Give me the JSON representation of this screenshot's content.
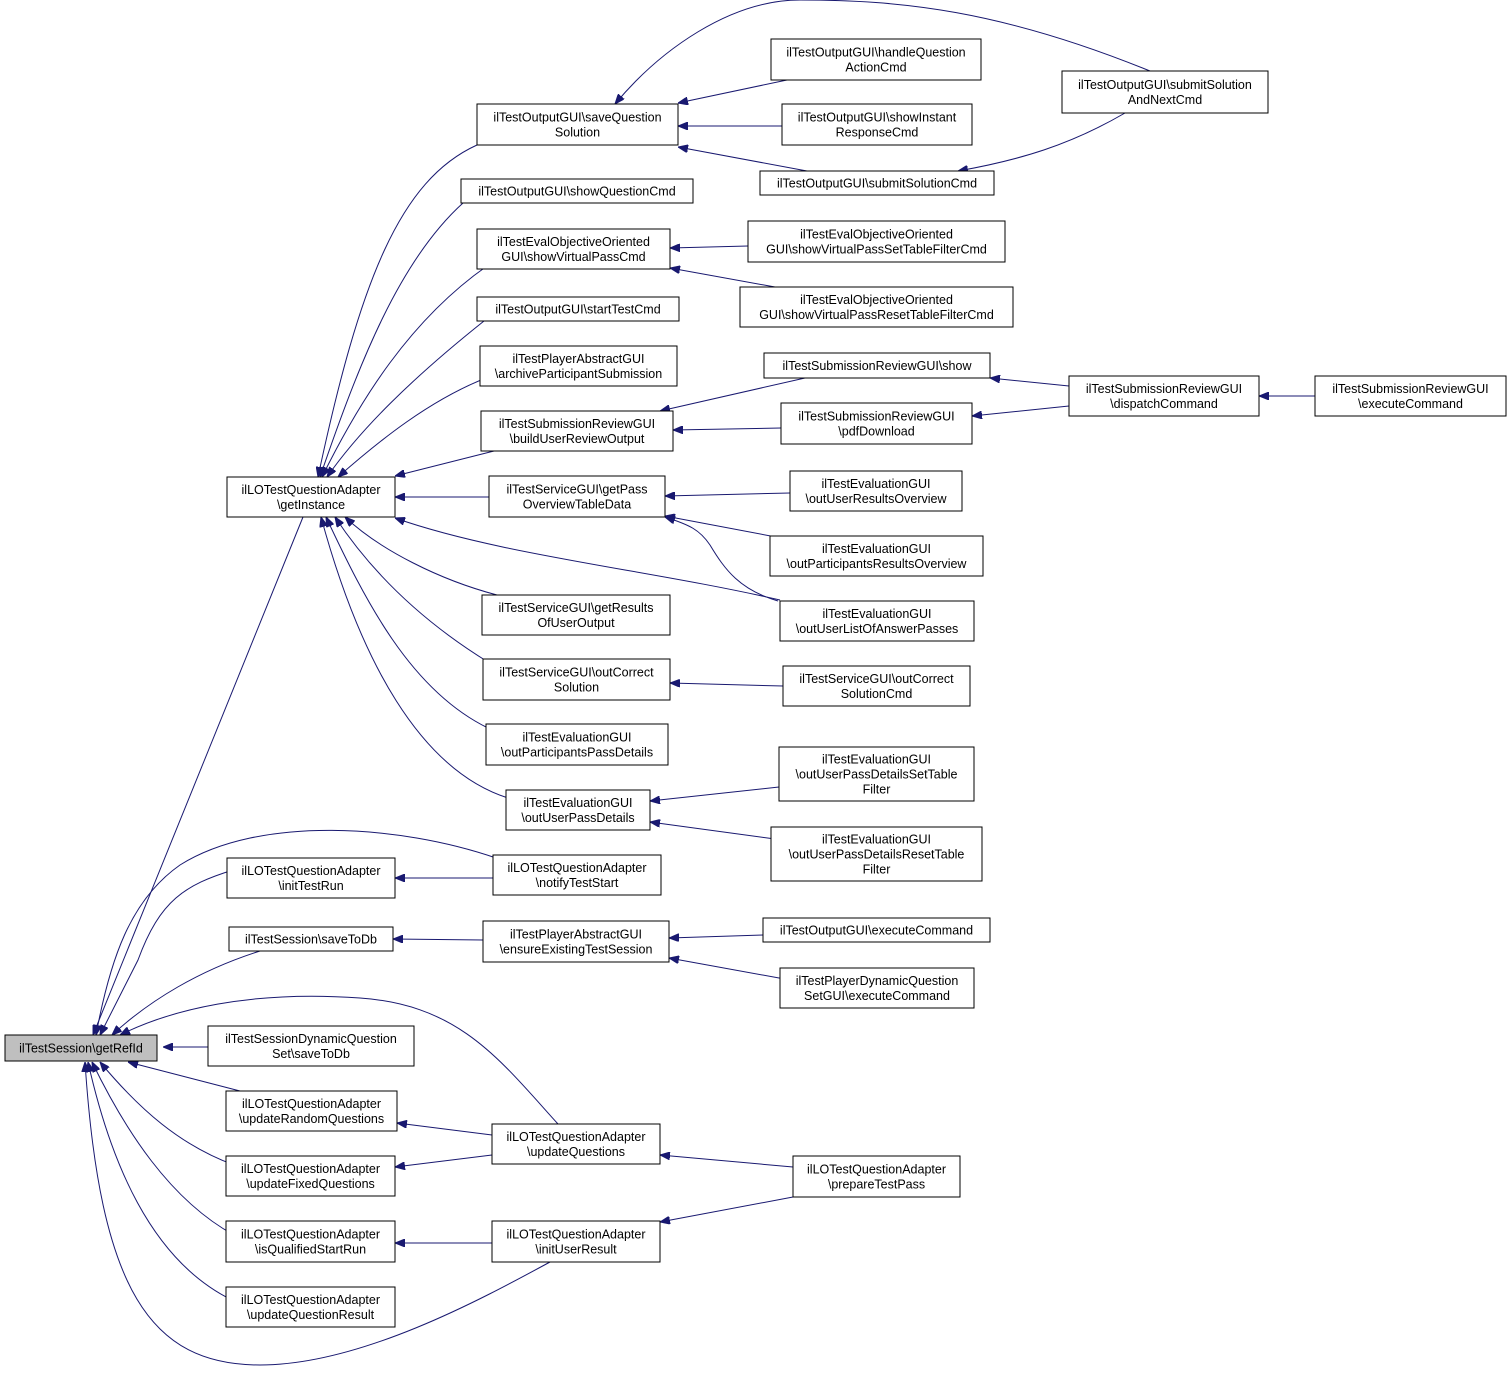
{
  "diagram": {
    "title": "",
    "colors": {
      "edge": "#191970",
      "node_border": "#000000",
      "focus_fill": "#bfbfbf",
      "node_fill": "#ffffff"
    },
    "nodes": [
      {
        "id": "n1",
        "lines": [
          "ilTestSession\\getRefId"
        ],
        "focus": true
      },
      {
        "id": "n2",
        "lines": [
          "ilLOTestQuestionAdapter",
          "\\getInstance"
        ]
      },
      {
        "id": "n3",
        "lines": [
          "ilLOTestQuestionAdapter",
          "\\initTestRun"
        ]
      },
      {
        "id": "n4",
        "lines": [
          "ilTestSession\\saveToDb"
        ]
      },
      {
        "id": "n5",
        "lines": [
          "ilTestSessionDynamicQuestion",
          "Set\\saveToDb"
        ]
      },
      {
        "id": "n6",
        "lines": [
          "ilLOTestQuestionAdapter",
          "\\updateRandomQuestions"
        ]
      },
      {
        "id": "n7",
        "lines": [
          "ilLOTestQuestionAdapter",
          "\\updateFixedQuestions"
        ]
      },
      {
        "id": "n8",
        "lines": [
          "ilLOTestQuestionAdapter",
          "\\isQualifiedStartRun"
        ]
      },
      {
        "id": "n9",
        "lines": [
          "ilLOTestQuestionAdapter",
          "\\updateQuestionResult"
        ]
      },
      {
        "id": "n10",
        "lines": [
          "ilTestOutputGUI\\saveQuestion",
          "Solution"
        ]
      },
      {
        "id": "n11",
        "lines": [
          "ilTestOutputGUI\\showQuestionCmd"
        ]
      },
      {
        "id": "n12",
        "lines": [
          "ilTestEvalObjectiveOriented",
          "GUI\\showVirtualPassCmd"
        ]
      },
      {
        "id": "n13",
        "lines": [
          "ilTestOutputGUI\\startTestCmd"
        ]
      },
      {
        "id": "n14",
        "lines": [
          "ilTestPlayerAbstractGUI",
          "\\archiveParticipantSubmission"
        ]
      },
      {
        "id": "n15",
        "lines": [
          "ilTestSubmissionReviewGUI",
          "\\buildUserReviewOutput"
        ]
      },
      {
        "id": "n16",
        "lines": [
          "ilTestServiceGUI\\getPass",
          "OverviewTableData"
        ]
      },
      {
        "id": "n17",
        "lines": [
          "ilTestServiceGUI\\getResults",
          "OfUserOutput"
        ]
      },
      {
        "id": "n18",
        "lines": [
          "ilTestServiceGUI\\outCorrect",
          "Solution"
        ]
      },
      {
        "id": "n19",
        "lines": [
          "ilTestEvaluationGUI",
          "\\outParticipantsPassDetails"
        ]
      },
      {
        "id": "n20",
        "lines": [
          "ilTestEvaluationGUI",
          "\\outUserPassDetails"
        ]
      },
      {
        "id": "n21",
        "lines": [
          "ilLOTestQuestionAdapter",
          "\\notifyTestStart"
        ]
      },
      {
        "id": "n22",
        "lines": [
          "ilTestPlayerAbstractGUI",
          "\\ensureExistingTestSession"
        ]
      },
      {
        "id": "n23",
        "lines": [
          "ilLOTestQuestionAdapter",
          "\\updateQuestions"
        ]
      },
      {
        "id": "n24",
        "lines": [
          "ilLOTestQuestionAdapter",
          "\\initUserResult"
        ]
      },
      {
        "id": "n25",
        "lines": [
          "ilTestOutputGUI\\handleQuestion",
          "ActionCmd"
        ]
      },
      {
        "id": "n26",
        "lines": [
          "ilTestOutputGUI\\showInstant",
          "ResponseCmd"
        ]
      },
      {
        "id": "n27",
        "lines": [
          "ilTestOutputGUI\\submitSolutionCmd"
        ]
      },
      {
        "id": "n28",
        "lines": [
          "ilTestEvalObjectiveOriented",
          "GUI\\showVirtualPassSetTableFilterCmd"
        ]
      },
      {
        "id": "n29",
        "lines": [
          "ilTestEvalObjectiveOriented",
          "GUI\\showVirtualPassResetTableFilterCmd"
        ]
      },
      {
        "id": "n30",
        "lines": [
          "ilTestSubmissionReviewGUI\\show"
        ]
      },
      {
        "id": "n31",
        "lines": [
          "ilTestSubmissionReviewGUI",
          "\\pdfDownload"
        ]
      },
      {
        "id": "n32",
        "lines": [
          "ilTestEvaluationGUI",
          "\\outUserResultsOverview"
        ]
      },
      {
        "id": "n33",
        "lines": [
          "ilTestEvaluationGUI",
          "\\outParticipantsResultsOverview"
        ]
      },
      {
        "id": "n34",
        "lines": [
          "ilTestEvaluationGUI",
          "\\outUserListOfAnswerPasses"
        ]
      },
      {
        "id": "n35",
        "lines": [
          "ilTestServiceGUI\\outCorrect",
          "SolutionCmd"
        ]
      },
      {
        "id": "n36",
        "lines": [
          "ilTestEvaluationGUI",
          "\\outUserPassDetailsSetTable",
          "Filter"
        ]
      },
      {
        "id": "n37",
        "lines": [
          "ilTestEvaluationGUI",
          "\\outUserPassDetailsResetTable",
          "Filter"
        ]
      },
      {
        "id": "n38",
        "lines": [
          "ilTestOutputGUI\\executeCommand"
        ]
      },
      {
        "id": "n39",
        "lines": [
          "ilTestPlayerDynamicQuestion",
          "SetGUI\\executeCommand"
        ]
      },
      {
        "id": "n40",
        "lines": [
          "ilLOTestQuestionAdapter",
          "\\prepareTestPass"
        ]
      },
      {
        "id": "n41",
        "lines": [
          "ilTestOutputGUI\\submitSolution",
          "AndNextCmd"
        ]
      },
      {
        "id": "n42",
        "lines": [
          "ilTestSubmissionReviewGUI",
          "\\dispatchCommand"
        ]
      },
      {
        "id": "n43",
        "lines": [
          "ilTestSubmissionReviewGUI",
          "\\executeCommand"
        ]
      }
    ],
    "edges": [
      {
        "from": "n2",
        "to": "n1"
      },
      {
        "from": "n3",
        "to": "n1"
      },
      {
        "from": "n4",
        "to": "n1"
      },
      {
        "from": "n5",
        "to": "n1"
      },
      {
        "from": "n6",
        "to": "n1"
      },
      {
        "from": "n7",
        "to": "n1"
      },
      {
        "from": "n8",
        "to": "n1"
      },
      {
        "from": "n9",
        "to": "n1"
      },
      {
        "from": "n21",
        "to": "n1"
      },
      {
        "from": "n23",
        "to": "n1"
      },
      {
        "from": "n24",
        "to": "n1"
      },
      {
        "from": "n10",
        "to": "n2"
      },
      {
        "from": "n11",
        "to": "n2"
      },
      {
        "from": "n12",
        "to": "n2"
      },
      {
        "from": "n13",
        "to": "n2"
      },
      {
        "from": "n14",
        "to": "n2"
      },
      {
        "from": "n15",
        "to": "n2"
      },
      {
        "from": "n16",
        "to": "n2"
      },
      {
        "from": "n17",
        "to": "n2"
      },
      {
        "from": "n18",
        "to": "n2"
      },
      {
        "from": "n19",
        "to": "n2"
      },
      {
        "from": "n20",
        "to": "n2"
      },
      {
        "from": "n34",
        "to": "n2"
      },
      {
        "from": "n21",
        "to": "n3"
      },
      {
        "from": "n22",
        "to": "n4"
      },
      {
        "from": "n23",
        "to": "n6"
      },
      {
        "from": "n23",
        "to": "n7"
      },
      {
        "from": "n24",
        "to": "n8"
      },
      {
        "from": "n25",
        "to": "n10"
      },
      {
        "from": "n26",
        "to": "n10"
      },
      {
        "from": "n27",
        "to": "n10"
      },
      {
        "from": "n41",
        "to": "n10"
      },
      {
        "from": "n41",
        "to": "n27"
      },
      {
        "from": "n28",
        "to": "n12"
      },
      {
        "from": "n29",
        "to": "n12"
      },
      {
        "from": "n30",
        "to": "n15"
      },
      {
        "from": "n31",
        "to": "n15"
      },
      {
        "from": "n42",
        "to": "n30"
      },
      {
        "from": "n42",
        "to": "n31"
      },
      {
        "from": "n43",
        "to": "n42"
      },
      {
        "from": "n32",
        "to": "n16"
      },
      {
        "from": "n33",
        "to": "n16"
      },
      {
        "from": "n34",
        "to": "n16"
      },
      {
        "from": "n35",
        "to": "n18"
      },
      {
        "from": "n36",
        "to": "n20"
      },
      {
        "from": "n37",
        "to": "n20"
      },
      {
        "from": "n38",
        "to": "n22"
      },
      {
        "from": "n39",
        "to": "n22"
      },
      {
        "from": "n40",
        "to": "n23"
      },
      {
        "from": "n40",
        "to": "n24"
      }
    ]
  }
}
